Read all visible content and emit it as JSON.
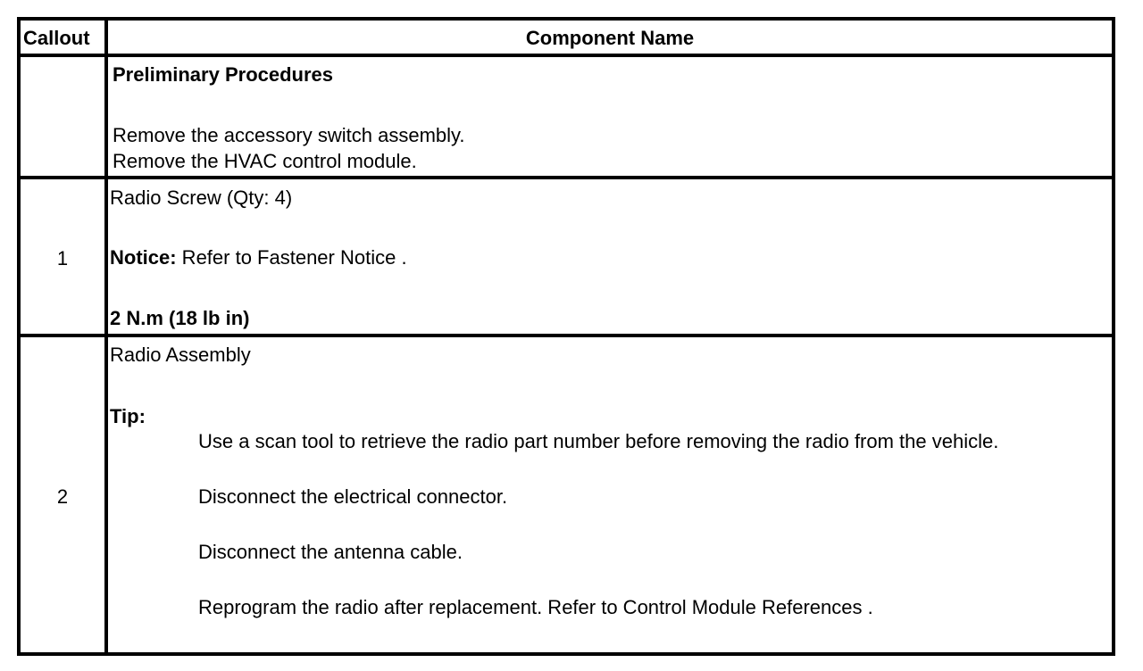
{
  "header": {
    "callout": "Callout",
    "component_name": "Component Name"
  },
  "preliminary": {
    "title": "Preliminary Procedures",
    "steps": [
      "Remove the accessory switch assembly.",
      "Remove the HVAC control module."
    ]
  },
  "rows": [
    {
      "callout": "1",
      "name": "Radio Screw (Qty: 4)",
      "notice_label": "Notice:",
      "notice_text": " Refer to Fastener Notice .",
      "torque": "2 N.m (18 lb in)"
    },
    {
      "callout": "2",
      "name": "Radio Assembly",
      "tip_label": "Tip:",
      "tips": [
        "Use a scan tool to retrieve the radio part number before removing the radio from the vehicle.",
        "Disconnect the electrical connector.",
        "Disconnect the antenna cable.",
        "Reprogram the radio after replacement. Refer to Control Module References ."
      ]
    }
  ]
}
